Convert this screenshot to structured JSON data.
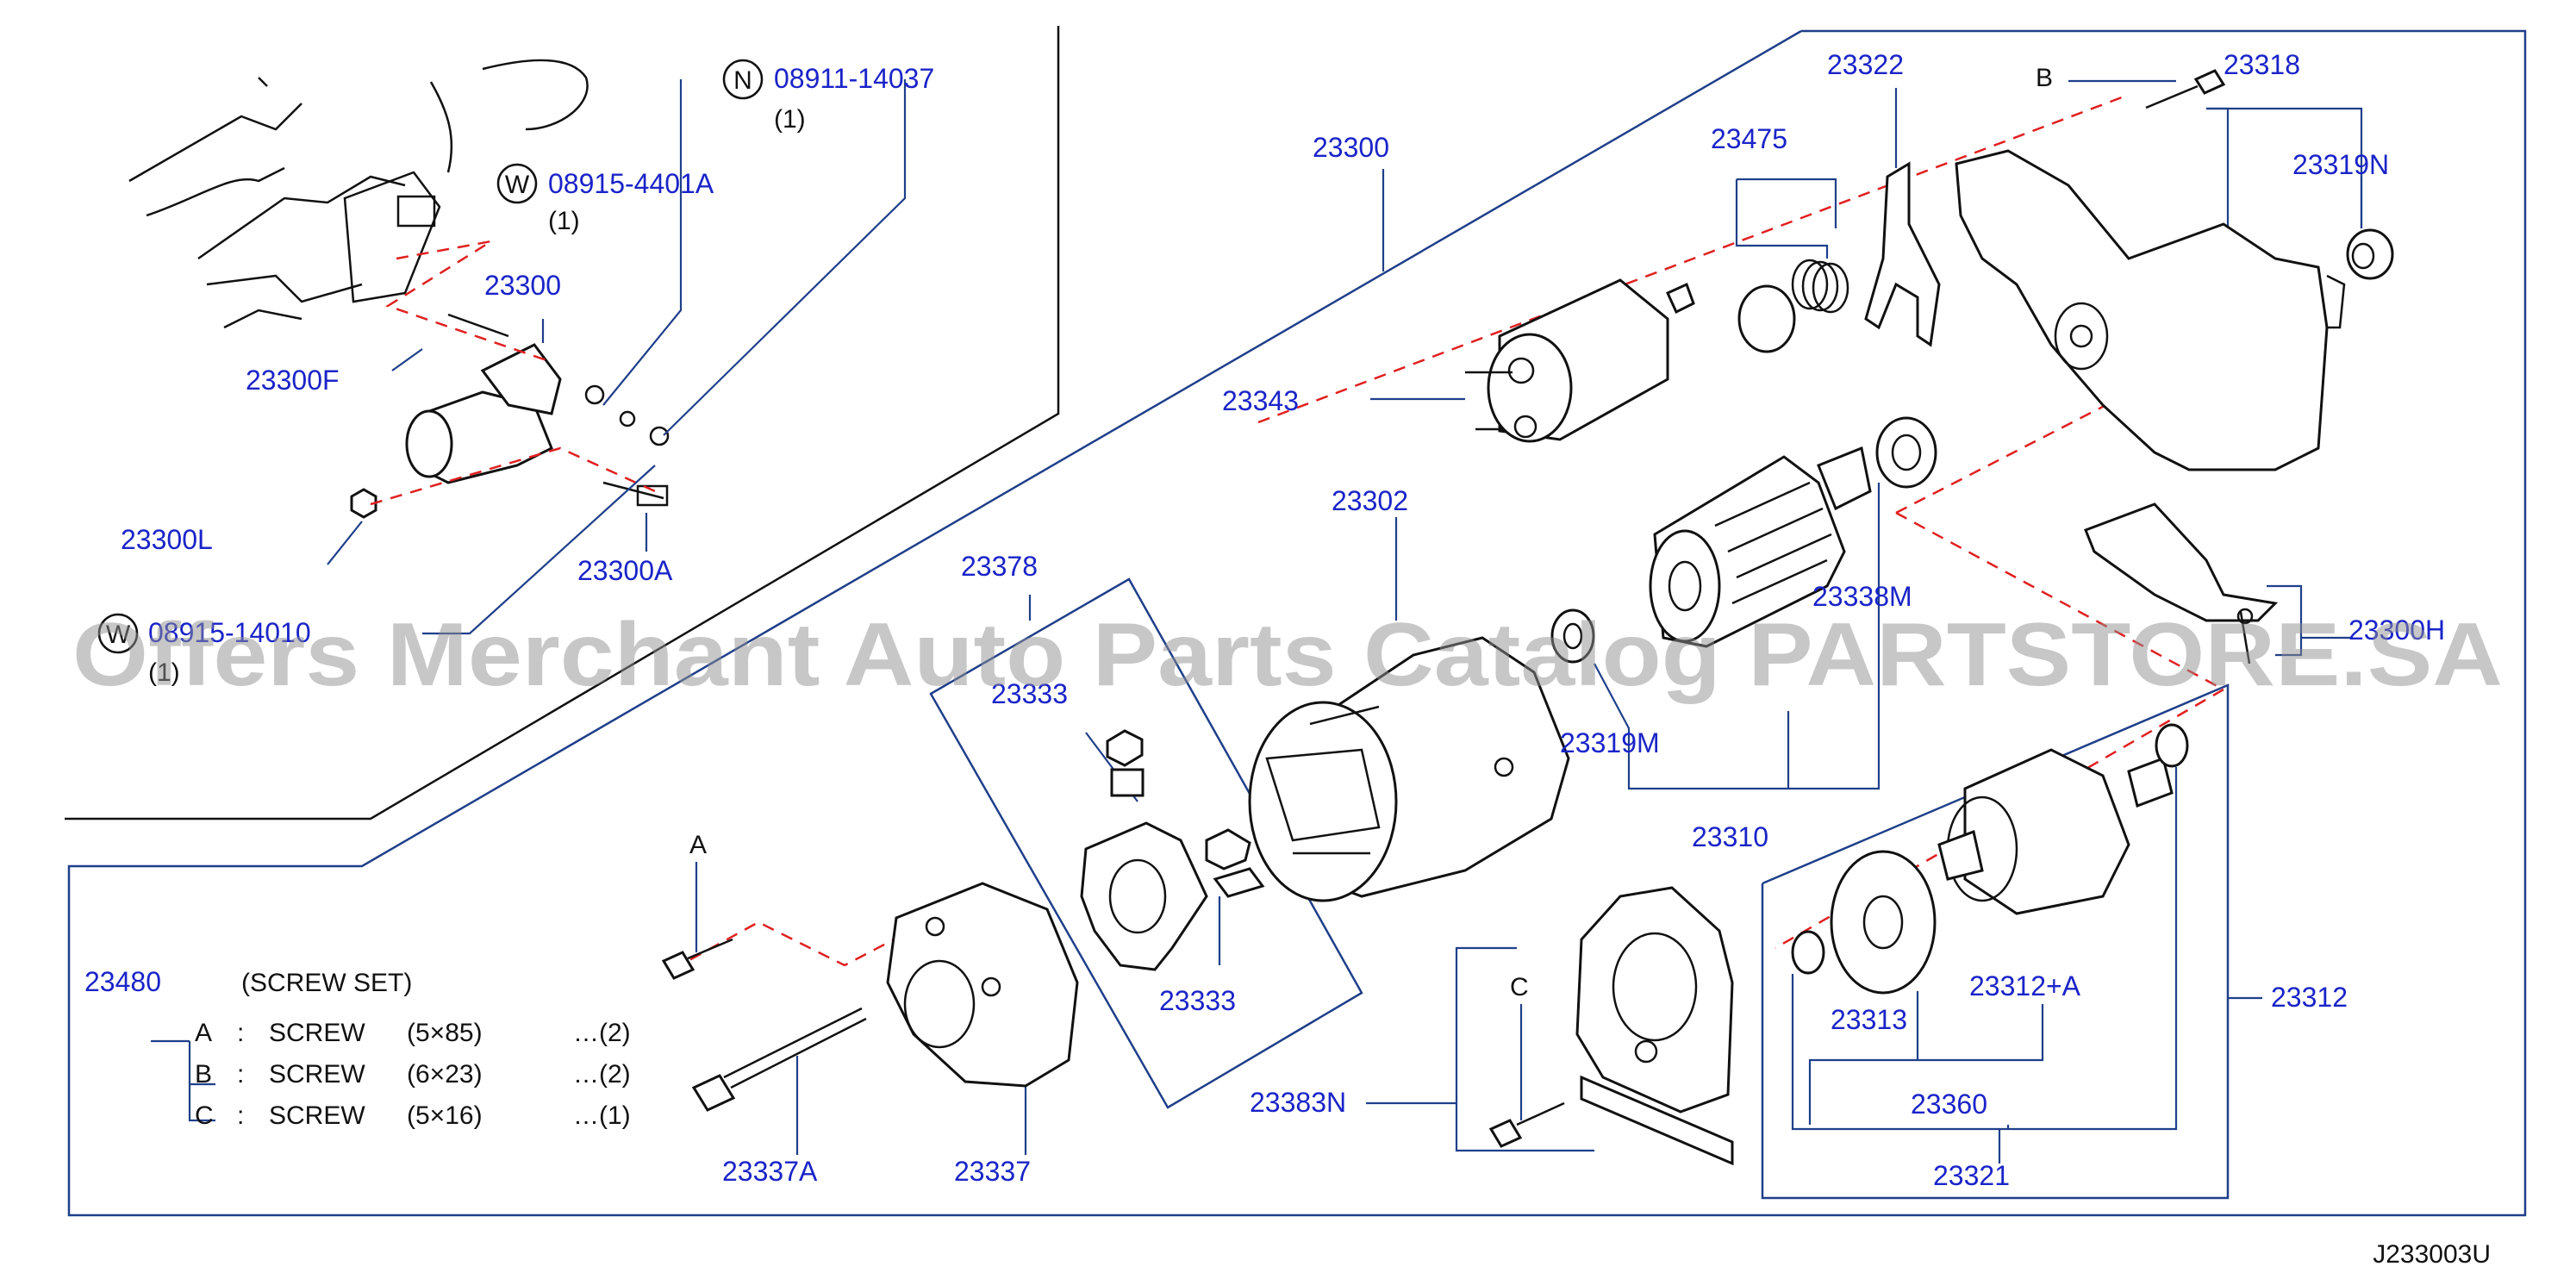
{
  "watermark": "Offers Merchant Auto Parts Catalog PARTSTORE.SA",
  "diagram_code": "J233003U",
  "labels": {
    "l08911": "08911-14037",
    "l08911q": "(1)",
    "l08915a": "08915-4401A",
    "l08915aq": "(1)",
    "l08915b": "08915-14010",
    "l08915bq": "(1)",
    "l23300f": "23300F",
    "l23300l": "23300L",
    "l23300a": "23300A",
    "l23300s": "23300",
    "l23300m": "23300",
    "l23343": "23343",
    "l23475": "23475",
    "l23322": "23322",
    "l23318": "23318",
    "l23319n": "23319N",
    "l23302": "23302",
    "l23378": "23378",
    "l23333a": "23333",
    "l23333b": "23333",
    "l23319m": "23319M",
    "l23338m": "23338M",
    "l23300h": "23300H",
    "l23310": "23310",
    "l23312": "23312",
    "l23312a": "23312+A",
    "l23313": "23313",
    "l23360": "23360",
    "l23321": "23321",
    "l23383n": "23383N",
    "l23337": "23337",
    "l23337a": "23337A",
    "l23480": "23480"
  },
  "circle_marks": {
    "n": "N",
    "w1": "W",
    "w2": "W"
  },
  "letter_marks": {
    "a": "A",
    "b": "B",
    "c": "C"
  },
  "screw_set": {
    "title": "(SCREW   SET)",
    "rows": [
      {
        "letter": "A",
        "sep": ":",
        "name": "SCREW",
        "size": "(5×85)",
        "qty": "…(2)"
      },
      {
        "letter": "B",
        "sep": ":",
        "name": "SCREW",
        "size": "(6×23)",
        "qty": "…(2)"
      },
      {
        "letter": "C",
        "sep": ":",
        "name": "SCREW",
        "size": "(5×16)",
        "qty": "…(1)"
      }
    ]
  }
}
